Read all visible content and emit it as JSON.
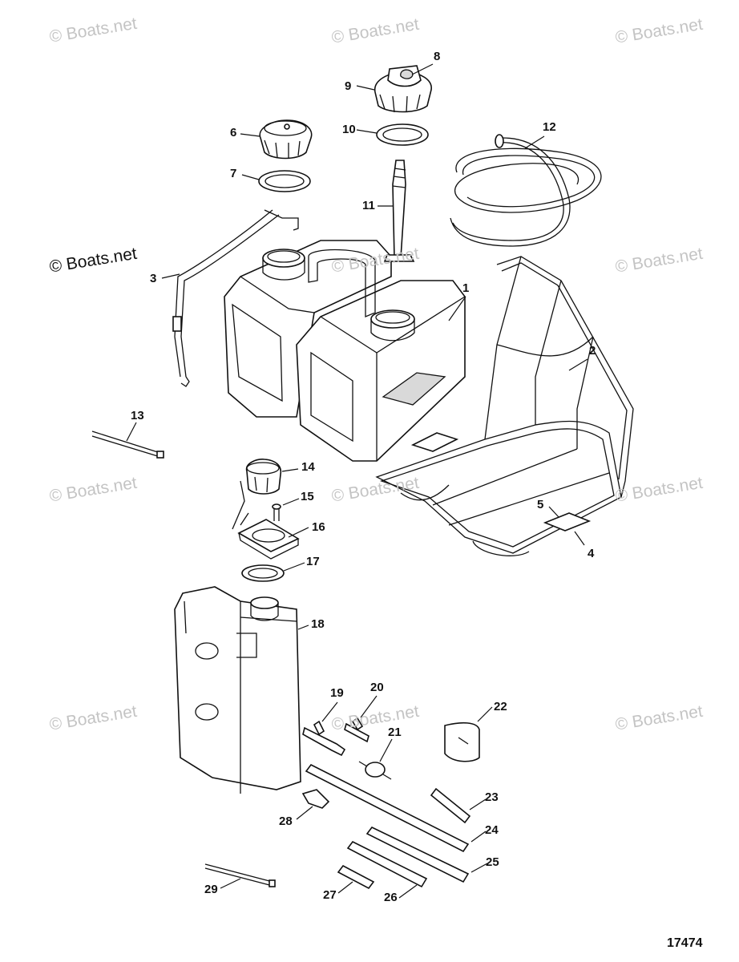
{
  "watermark": {
    "text": "© Boats.net"
  },
  "figure_number": "17474",
  "parts": [
    {
      "id": "1",
      "label": "1",
      "name": "fuel-tank-dual-icon"
    },
    {
      "id": "2",
      "label": "2",
      "name": "tank-bracket-icon"
    },
    {
      "id": "3",
      "label": "3",
      "name": "hold-down-strap-icon"
    },
    {
      "id": "4",
      "label": "4",
      "name": "bracket-clip-icon"
    },
    {
      "id": "5",
      "label": "5",
      "name": "screw-icon"
    },
    {
      "id": "6",
      "label": "6",
      "name": "filler-cap-icon"
    },
    {
      "id": "7",
      "label": "7",
      "name": "cap-gasket-icon"
    },
    {
      "id": "8",
      "label": "8",
      "name": "vent-icon"
    },
    {
      "id": "9",
      "label": "9",
      "name": "fuel-cap-icon"
    },
    {
      "id": "10",
      "label": "10",
      "name": "cap-gasket-icon"
    },
    {
      "id": "11",
      "label": "11",
      "name": "pickup-tube-icon"
    },
    {
      "id": "12",
      "label": "12",
      "name": "hose-coil-icon"
    },
    {
      "id": "13",
      "label": "13",
      "name": "cable-tie-icon"
    },
    {
      "id": "14",
      "label": "14",
      "name": "oil-cap-icon"
    },
    {
      "id": "15",
      "label": "15",
      "name": "screw-icon"
    },
    {
      "id": "16",
      "label": "16",
      "name": "filler-neck-flange-icon"
    },
    {
      "id": "17",
      "label": "17",
      "name": "seal-ring-icon"
    },
    {
      "id": "18",
      "label": "18",
      "name": "oil-tank-icon"
    },
    {
      "id": "19",
      "label": "19",
      "name": "tee-fitting-icon"
    },
    {
      "id": "20",
      "label": "20",
      "name": "tee-fitting-icon"
    },
    {
      "id": "21",
      "label": "21",
      "name": "check-valve-icon"
    },
    {
      "id": "22",
      "label": "22",
      "name": "clip-icon"
    },
    {
      "id": "23",
      "label": "23",
      "name": "hose-icon"
    },
    {
      "id": "24",
      "label": "24",
      "name": "hose-icon"
    },
    {
      "id": "25",
      "label": "25",
      "name": "hose-icon"
    },
    {
      "id": "26",
      "label": "26",
      "name": "hose-icon"
    },
    {
      "id": "27",
      "label": "27",
      "name": "hose-icon"
    },
    {
      "id": "28",
      "label": "28",
      "name": "retainer-clip-icon"
    },
    {
      "id": "29",
      "label": "29",
      "name": "cable-tie-icon"
    }
  ]
}
